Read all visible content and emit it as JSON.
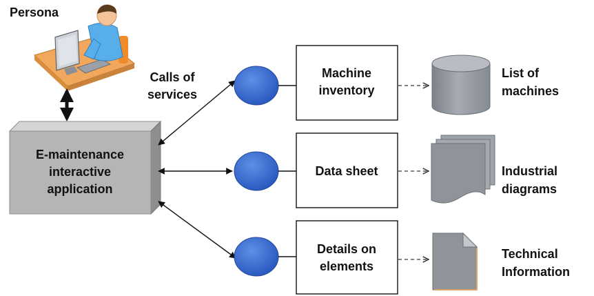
{
  "persona": {
    "label": "Persona"
  },
  "app": {
    "line1": "E-maintenance",
    "line2": "interactive",
    "line3": "application"
  },
  "calls": {
    "line1": "Calls of",
    "line2": "services"
  },
  "services": [
    {
      "line1": "Machine",
      "line2": "inventory"
    },
    {
      "line1": "Data sheet"
    },
    {
      "line1": "Details on",
      "line2": "elements"
    }
  ],
  "resources": [
    {
      "line1": "List of",
      "line2": "machines",
      "icon": "cylinder-icon"
    },
    {
      "line1": "Industrial",
      "line2": "diagrams",
      "icon": "document-stack-icon"
    },
    {
      "line1": "Technical",
      "line2": "Information",
      "icon": "document-icon"
    }
  ],
  "colors": {
    "service_node": "#3a6fd0",
    "app_box": "#b5b5b5",
    "doc_gray": "#8f939a"
  }
}
